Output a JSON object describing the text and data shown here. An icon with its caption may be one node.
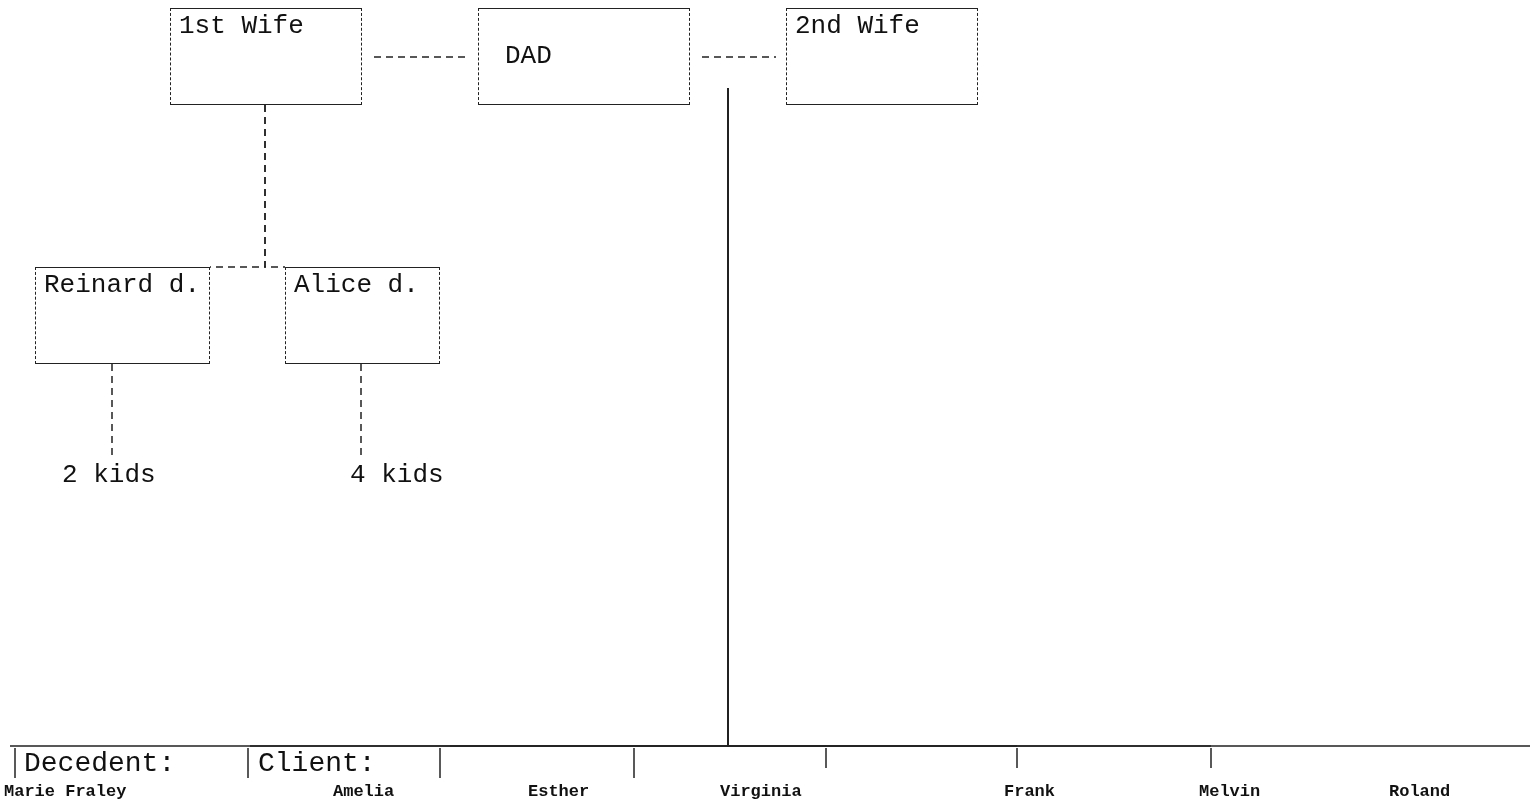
{
  "diagram": {
    "nodes": [
      {
        "text": [
          "1st Wife"
        ]
      },
      {
        "text": [
          "DAD"
        ]
      },
      {
        "text": [
          "2nd Wife"
        ]
      },
      {
        "text": [
          "Reinard d."
        ]
      },
      {
        "text": [
          "Alice d."
        ]
      },
      {
        "text": [
          "2 kids"
        ]
      },
      {
        "text": [
          "4 kids"
        ]
      },
      {
        "text": [
          "Decedent:",
          "Marie Fraley"
        ]
      },
      {
        "text": [
          "Client:",
          "Amelia"
        ]
      },
      {
        "text": [
          "Esther"
        ]
      },
      {
        "text": [
          "Virginia"
        ]
      },
      {
        "text": [
          "Frank"
        ]
      },
      {
        "text": [
          "Melvin"
        ]
      },
      {
        "text": [
          "Roland"
        ]
      }
    ],
    "edges": [
      {
        "from": 0,
        "to": 1,
        "arrow": "none",
        "style": "dashed"
      },
      {
        "from": 1,
        "to": 2,
        "arrow": "none",
        "style": "dashed"
      },
      {
        "from": 0,
        "to": 3,
        "arrow": "none",
        "style": "dashed"
      },
      {
        "from": 0,
        "to": 4,
        "arrow": "none",
        "style": "dashed"
      },
      {
        "from": 3,
        "to": 5,
        "arrow": "none",
        "style": "dashed"
      },
      {
        "from": 4,
        "to": 6,
        "arrow": "none",
        "style": "dashed"
      },
      {
        "from": null,
        "to": 7,
        "arrow": "none"
      },
      {
        "from": null,
        "to": 8,
        "arrow": "none"
      },
      {
        "from": null,
        "to": 9,
        "arrow": "none"
      },
      {
        "from": null,
        "to": 10,
        "arrow": "none"
      },
      {
        "from": null,
        "to": 11,
        "arrow": "none"
      },
      {
        "from": null,
        "to": 12,
        "arrow": "none"
      },
      {
        "from": null,
        "to": 13,
        "arrow": "none"
      }
    ]
  }
}
